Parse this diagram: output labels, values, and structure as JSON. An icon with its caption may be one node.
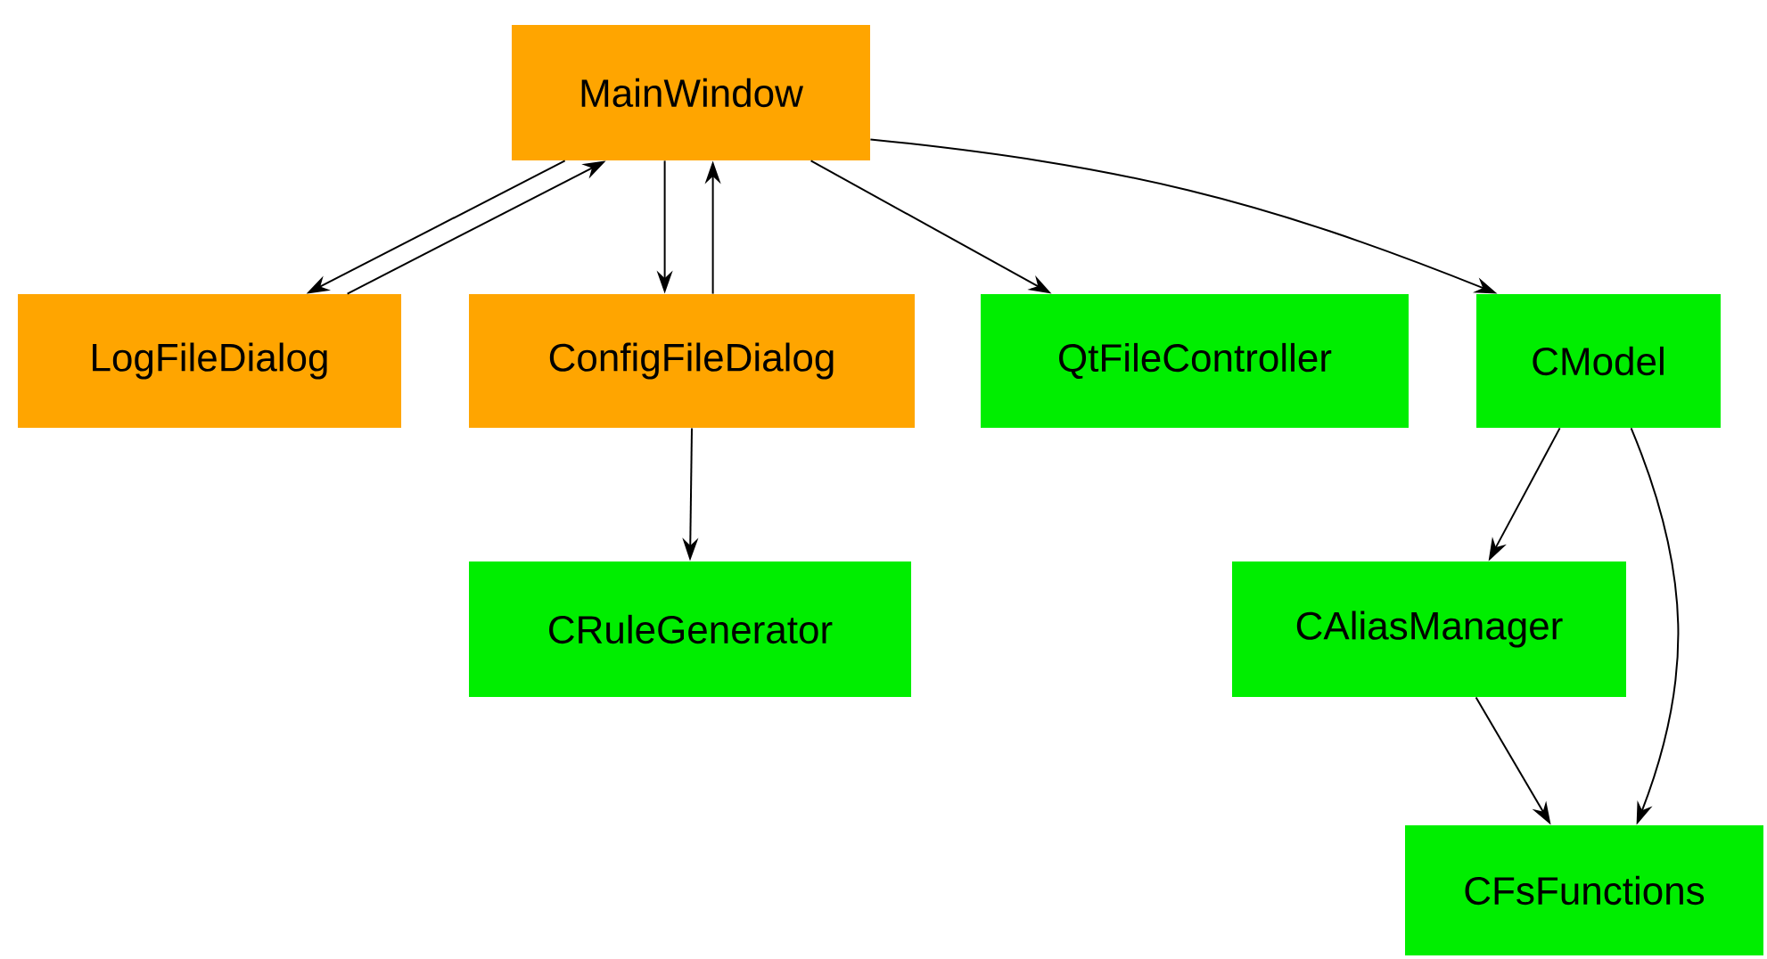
{
  "diagram": {
    "nodes": [
      {
        "text": [
          "MainWindow"
        ]
      },
      {
        "text": [
          "LogFileDialog"
        ]
      },
      {
        "text": [
          "ConfigFileDialog"
        ]
      },
      {
        "text": [
          "QtFileController"
        ]
      },
      {
        "text": [
          "CModel"
        ]
      },
      {
        "text": [
          "CRuleGenerator"
        ]
      },
      {
        "text": [
          "CAliasManager"
        ]
      },
      {
        "text": [
          "CFsFunctions"
        ]
      }
    ],
    "edges": [
      {
        "from": 0,
        "to": 1,
        "arrow": "to"
      },
      {
        "from": 1,
        "to": 0,
        "arrow": "to"
      },
      {
        "from": 0,
        "to": 2,
        "arrow": "to"
      },
      {
        "from": 2,
        "to": 0,
        "arrow": "to"
      },
      {
        "from": 0,
        "to": 3,
        "arrow": "to"
      },
      {
        "from": 0,
        "to": 4,
        "arrow": "to"
      },
      {
        "from": 2,
        "to": 5,
        "arrow": "to"
      },
      {
        "from": 4,
        "to": 6,
        "arrow": "to"
      },
      {
        "from": 4,
        "to": 7,
        "arrow": "to"
      },
      {
        "from": 6,
        "to": 7,
        "arrow": "to"
      }
    ]
  }
}
